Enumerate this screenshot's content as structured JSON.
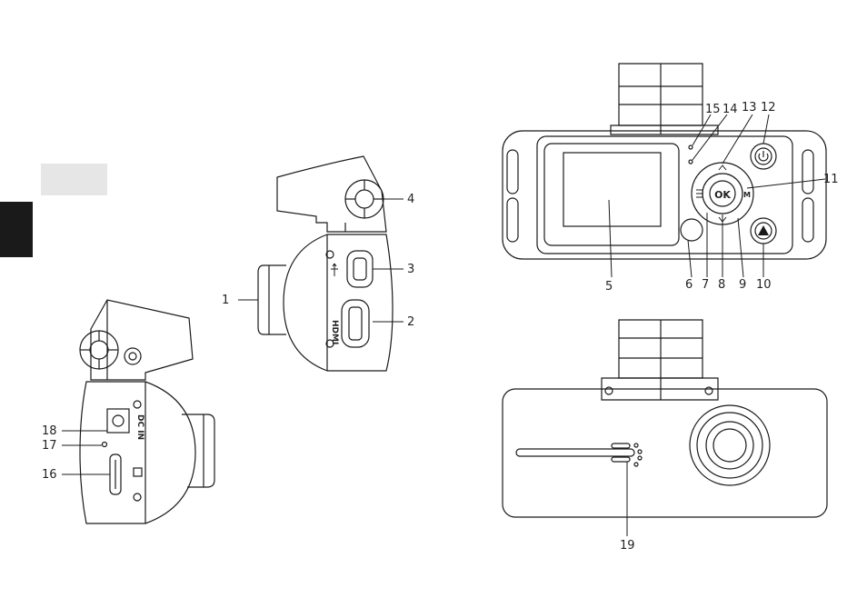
{
  "callouts": [
    "1",
    "2",
    "3",
    "4",
    "5",
    "6",
    "7",
    "8",
    "9",
    "10",
    "11",
    "12",
    "13",
    "14",
    "15",
    "16",
    "17",
    "18",
    "19"
  ],
  "device_labels": {
    "hdmi": "HDMI",
    "dc_in": "DC IN",
    "ok": "OK",
    "menu": "M"
  },
  "icons": [
    "usb-icon",
    "power-icon",
    "warning-triangle-icon",
    "sd-card-icon",
    "up-arrow-icon",
    "down-arrow-icon",
    "menu-icon",
    "reset-icon"
  ],
  "colors": {
    "line": "#1a1a1a",
    "page_tab": "#e6e6e6",
    "side_bar": "#1a1a1a"
  }
}
